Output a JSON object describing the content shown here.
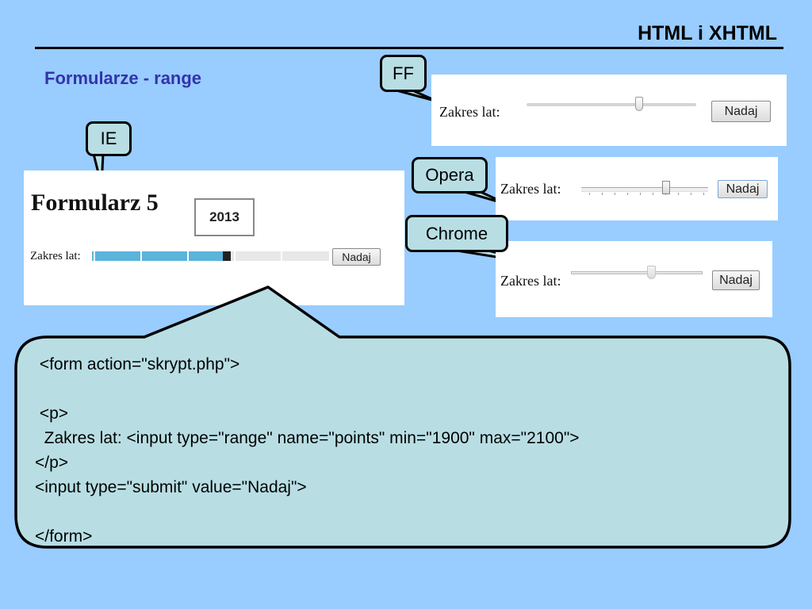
{
  "header": {
    "title": "HTML i XHTML"
  },
  "subtitle": "Formularze - range",
  "ie": {
    "callout": "IE",
    "heading": "Formularz 5",
    "tooltip": "2013",
    "label": "Zakres lat:",
    "button": "Nadaj",
    "value_fraction": 0.57
  },
  "ff": {
    "callout": "FF",
    "label": "Zakres lat:",
    "button": "Nadaj",
    "value_fraction": 0.67
  },
  "opera": {
    "callout": "Opera",
    "label": "Zakres lat:",
    "button": "Nadaj",
    "value_fraction": 0.68
  },
  "chrome": {
    "callout": "Chrome",
    "label": "Zakres lat:",
    "button": "Nadaj",
    "value_fraction": 0.62
  },
  "code": {
    "lines": [
      " <form action=\"skrypt.php\">",
      "",
      " <p>",
      "  Zakres lat: <input type=\"range\" name=\"points\" min=\"1900\" max=\"2100\">",
      "</p>",
      "<input type=\"submit\" value=\"Nadaj\">",
      "",
      "</form>"
    ]
  }
}
